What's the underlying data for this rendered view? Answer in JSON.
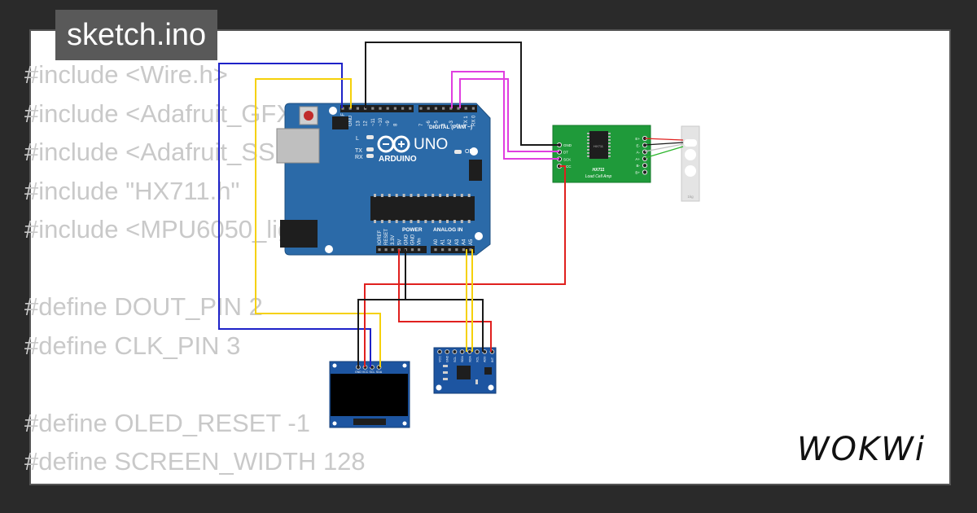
{
  "header": {
    "filename": "sketch.ino"
  },
  "code_lines": [
    "#include <Wire.h>",
    "#include <Adafruit_GFX.h>",
    "#include <Adafruit_SSD1306.h>",
    "#include \"HX711.h\"",
    "#include <MPU6050_light.h>",
    "",
    "#define DOUT_PIN 2",
    "#define CLK_PIN 3",
    "",
    "#define OLED_RESET -1",
    "#define SCREEN_WIDTH 128"
  ],
  "arduino": {
    "brand": "ARDUINO",
    "model": "UNO",
    "on_label": "ON",
    "digital_label": "DIGITAL (PWM ~)",
    "power_label": "POWER",
    "analog_label": "ANALOG IN",
    "tx_label": "TX",
    "rx_label": "RX",
    "l_label": "L",
    "header_pins": [
      "AREF",
      "GND",
      "13",
      "12",
      "~11",
      "~10",
      "~9",
      "8",
      "7",
      "~6",
      "~5",
      "4",
      "~3",
      "2",
      "TX 1",
      "RX 0"
    ],
    "power_pins": [
      "IOREF",
      "RESET",
      "3.3V",
      "5V",
      "GND",
      "GND",
      "Vin"
    ],
    "analog_pins": [
      "A0",
      "A1",
      "A2",
      "A3",
      "A4",
      "A5"
    ]
  },
  "hx711": {
    "chip_label": "HX711",
    "title": "HX711",
    "subtitle": "Load Cell Amp",
    "left_pins": [
      "GND",
      "DT",
      "SCK",
      "VCC"
    ],
    "right_pins": [
      "E+",
      "E-",
      "A-",
      "A+",
      "B-",
      "B+"
    ]
  },
  "load_cell": {
    "label": "1kg"
  },
  "oled": {
    "pins": [
      "GND",
      "VCC",
      "SCL",
      "SDA"
    ]
  },
  "mpu": {
    "pins": [
      "VCC",
      "GND",
      "SCL",
      "SDA",
      "XDA",
      "XCL",
      "AD0",
      "INT"
    ]
  },
  "wire_colors": {
    "blue": "#1e22c8",
    "yellow": "#f5d10a",
    "black": "#1a1a1a",
    "magenta": "#e03ee0",
    "red": "#e0201e",
    "green": "#2bb52b"
  },
  "logo": {
    "text": "WOKWi"
  }
}
